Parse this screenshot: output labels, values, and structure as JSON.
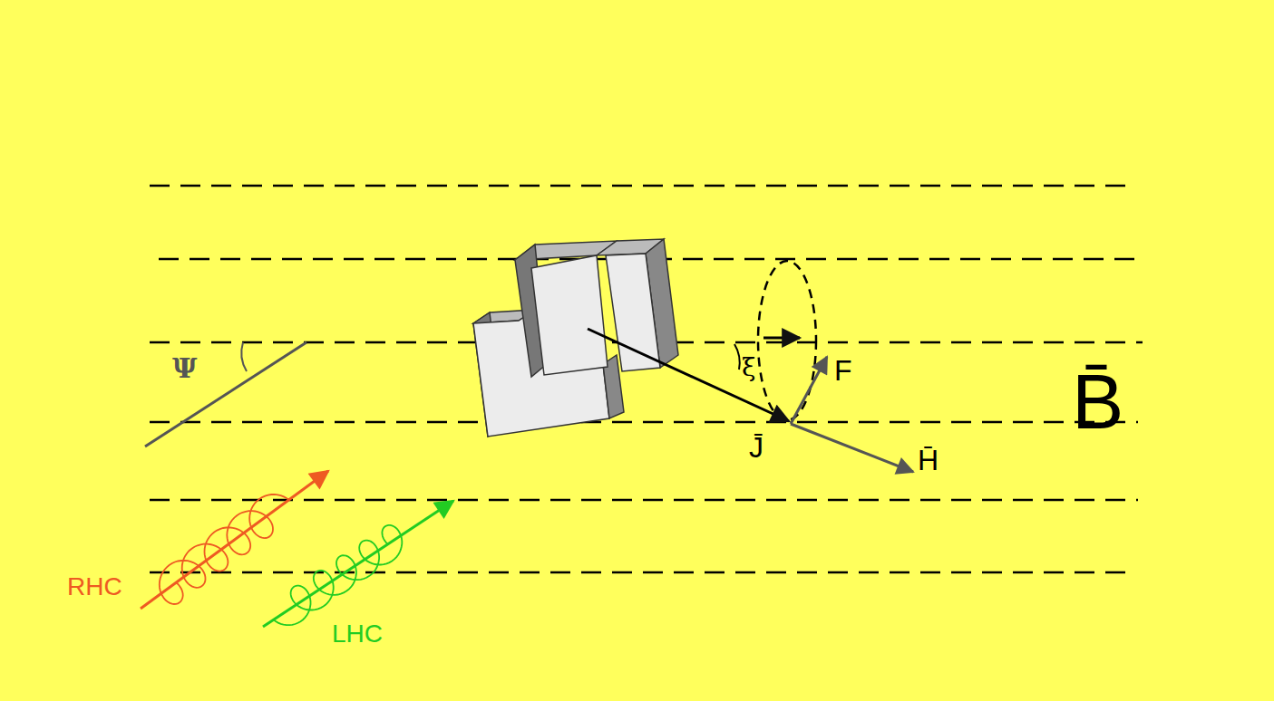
{
  "diagram": {
    "labels": [
      "Ψ",
      "ξ",
      "F",
      "J̄",
      "H̄",
      "B̄",
      "RHC",
      "LHC"
    ]
  }
}
